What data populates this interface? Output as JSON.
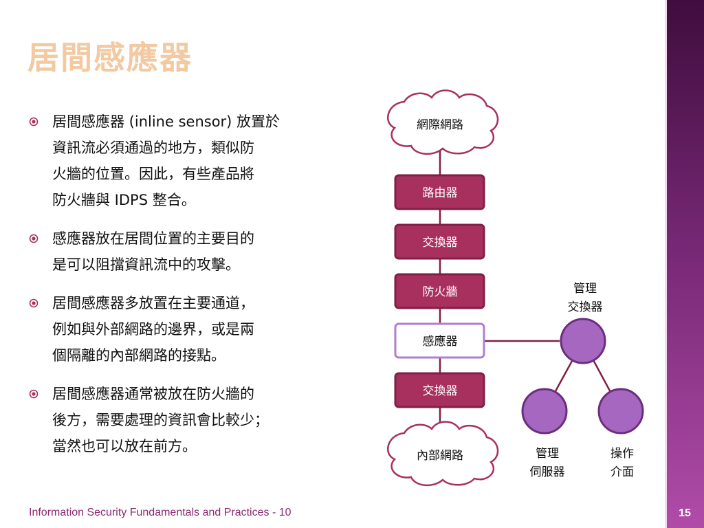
{
  "slide": {
    "title": "居間感應器",
    "bullets": [
      {
        "lines": [
          "居間感應器 (inline sensor) 放置於",
          "資訊流必須通過的地方，類似防",
          "火牆的位置。因此，有些產品將",
          "防火牆與 IDPS 整合。"
        ]
      },
      {
        "lines": [
          "感應器放在居間位置的主要目的",
          "是可以阻擋資訊流中的攻擊。"
        ]
      },
      {
        "lines": [
          "居間感應器多放置在主要通道，",
          "例如與外部網路的邊界，或是兩",
          "個隔離的內部網路的接點。"
        ]
      },
      {
        "lines": [
          "居間感應器通常被放在防火牆的",
          "後方，需要處理的資訊會比較少；",
          "當然也可以放在前方。"
        ]
      }
    ],
    "footer": "Information Security Fundamentals and Practices - 10",
    "page_number": "15"
  },
  "diagram": {
    "top_cloud": "網際網路",
    "bottom_cloud": "內部網路",
    "boxes": [
      {
        "label": "路由器",
        "style": "filled"
      },
      {
        "label": "交換器",
        "style": "filled"
      },
      {
        "label": "防火牆",
        "style": "filled"
      },
      {
        "label": "感應器",
        "style": "outline"
      },
      {
        "label": "交換器",
        "style": "filled"
      }
    ],
    "mgmt_switch_label": [
      "管理",
      "交換器"
    ],
    "mgmt_server_label": [
      "管理",
      "伺服器"
    ],
    "console_label": [
      "操作",
      "介面"
    ]
  },
  "colors": {
    "accent": "#a8305e",
    "accent_border": "#7f1f45",
    "node_fill": "#a567c0",
    "node_border": "#6b2d7d",
    "sensor_border": "#b07dcf",
    "title": "#f3c9a1",
    "footer": "#8b2a6f"
  }
}
